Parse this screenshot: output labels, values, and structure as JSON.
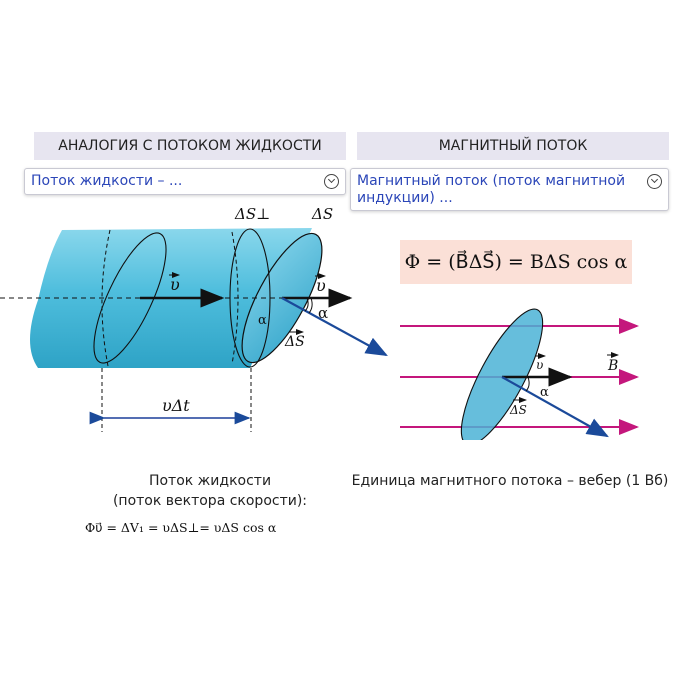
{
  "headers": {
    "left": "АНАЛОГИЯ С ПОТОКОМ ЖИДКОСТИ",
    "right": "МАГНИТНЫЙ ПОТОК"
  },
  "dropdowns": {
    "left_value": "Поток жидкости – ...",
    "right_value": "Магнитный поток (поток магнитной индукции) ..."
  },
  "formula_magnetic": "Φ = (B⃗ΔS⃗) = BΔS cos α",
  "left_diagram": {
    "label_ds_perp": "ΔS⊥",
    "label_ds": "ΔS",
    "label_v_inner": "υ",
    "label_v_outer": "υ",
    "label_alpha": "α",
    "label_alpha_inner": "α",
    "label_ds_vec": "ΔS",
    "label_vdt": "υΔt",
    "caption_line1": "Поток жидкости",
    "caption_line2": "(поток вектора скорости):",
    "formula": "Φυ⃗ = ΔV₁ = υΔS⊥= υΔS cos α"
  },
  "right_diagram": {
    "label_v": "υ",
    "label_b": "B",
    "label_alpha": "α",
    "label_ds_vec": "ΔS",
    "caption": "Единица магнитного потока – вебер (1 Вб)"
  },
  "colors": {
    "header_bg": "#e7e5f0",
    "link_text": "#2b46b8",
    "cylinder": "#5ec3de",
    "disc": "#4bb3d6",
    "field_lines": "#c4177c",
    "normal_vector": "#1b4a9a",
    "formula_bg": "#fbe0d7"
  }
}
